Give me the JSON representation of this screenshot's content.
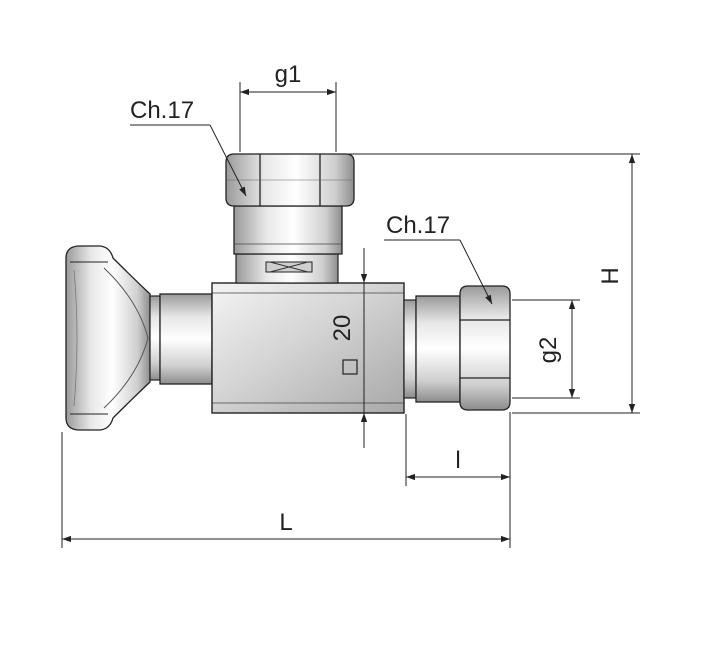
{
  "labels": {
    "g1": "g1",
    "ch17_top": "Ch.17",
    "ch17_right": "Ch.17",
    "H": "H",
    "g2": "g2",
    "square20": "20",
    "l": "l",
    "L": "L"
  },
  "colors": {
    "line": "#222222",
    "metal_light": "#f2f2f2",
    "metal_mid": "#c9c9c9",
    "metal_dark": "#8a8a8a"
  }
}
